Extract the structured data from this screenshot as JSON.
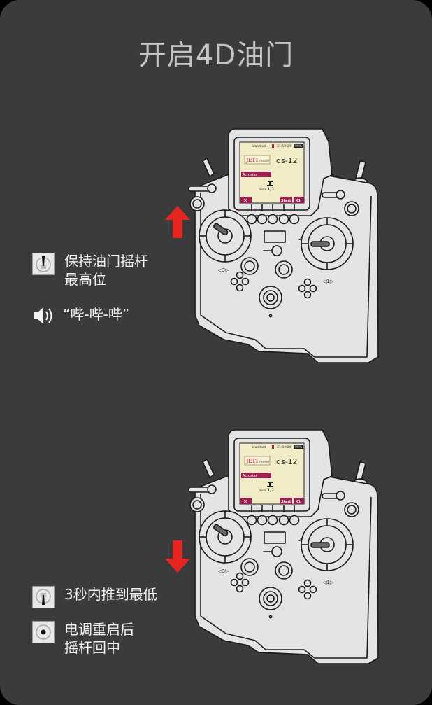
{
  "title": "开启4D油门",
  "screen": {
    "profile": "Standard",
    "time": "21:59:29",
    "battery": "99%",
    "brand": "JETI",
    "brand_sub": "model",
    "model_name": "ds-12",
    "item": "Acrostar",
    "page_label": "Seite",
    "page": "1/1",
    "btn_start": "Start",
    "btn_clr": "Clr"
  },
  "step1": {
    "instruction_lines": [
      "保持油门摇杆",
      "最高位"
    ],
    "sound": "“哔-哔-哔”",
    "arrow_color": "#e52521"
  },
  "step2": {
    "instruction": "3秒内推到最低",
    "result_lines": [
      "电调重启后",
      "摇杆回中"
    ],
    "arrow_color": "#e52521"
  },
  "stick_labels": {
    "left_h": "◁3▷",
    "right_h": "◁1▷",
    "left_v": "4",
    "right_v": "2"
  }
}
